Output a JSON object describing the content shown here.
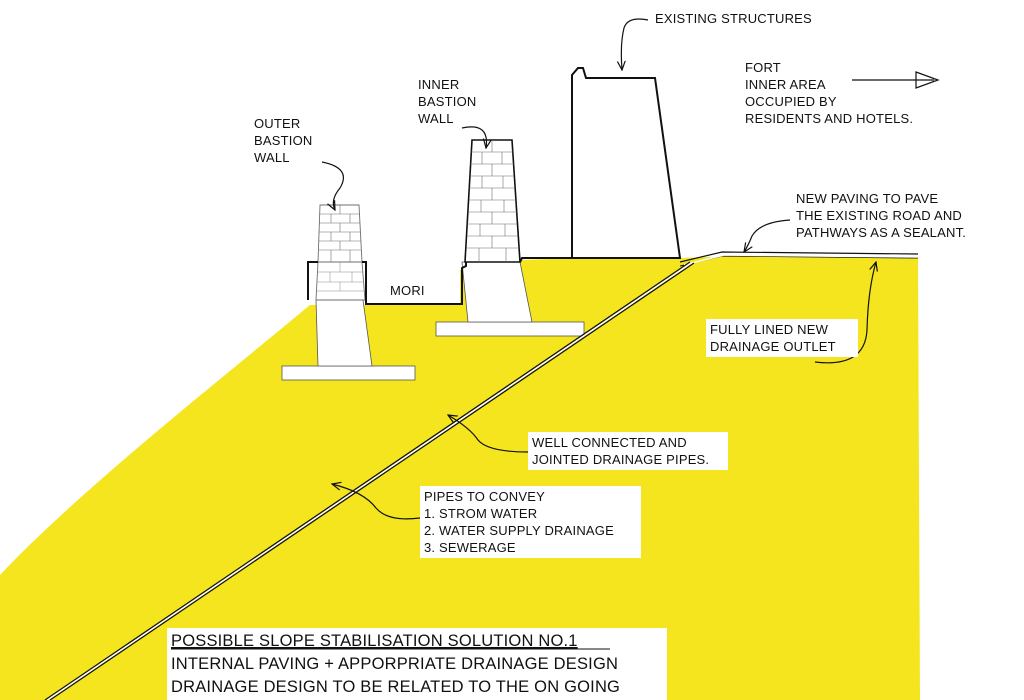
{
  "colors": {
    "ground": "#f5e51e",
    "outline": "#111111",
    "wall_fill": "#ffffff",
    "brick_line": "#6e6e6e"
  },
  "labels": {
    "existing_structures": "EXISTING STRUCTURES",
    "fort_inner_area": [
      "FORT",
      "INNER AREA",
      "OCCUPIED BY",
      "RESIDENTS AND HOTELS."
    ],
    "inner_bastion_wall": [
      "INNER",
      "BASTION",
      "WALL"
    ],
    "outer_bastion_wall": [
      "OUTER",
      "BASTION",
      "WALL"
    ],
    "mori": "MORI",
    "new_paving": [
      "NEW PAVING TO PAVE",
      "THE EXISTING ROAD AND",
      "PATHWAYS AS A SEALANT."
    ],
    "drainage_outlet": [
      "FULLY LINED NEW",
      "DRAINAGE OUTLET"
    ],
    "drainage_pipes": [
      "WELL CONNECTED AND",
      "JOINTED DRAINAGE PIPES."
    ],
    "pipes_convey": [
      "PIPES TO CONVEY",
      "1. STROM WATER",
      "2. WATER SUPPLY DRAINAGE",
      "3. SEWERAGE"
    ]
  },
  "title_block": {
    "heading": "POSSIBLE SLOPE STABILISATION SOLUTION NO.1",
    "line2": "INTERNAL PAVING + APPORPRIATE DRAINAGE DESIGN",
    "line3": "DRAINAGE DESIGN TO BE RELATED TO THE ON GOING"
  }
}
